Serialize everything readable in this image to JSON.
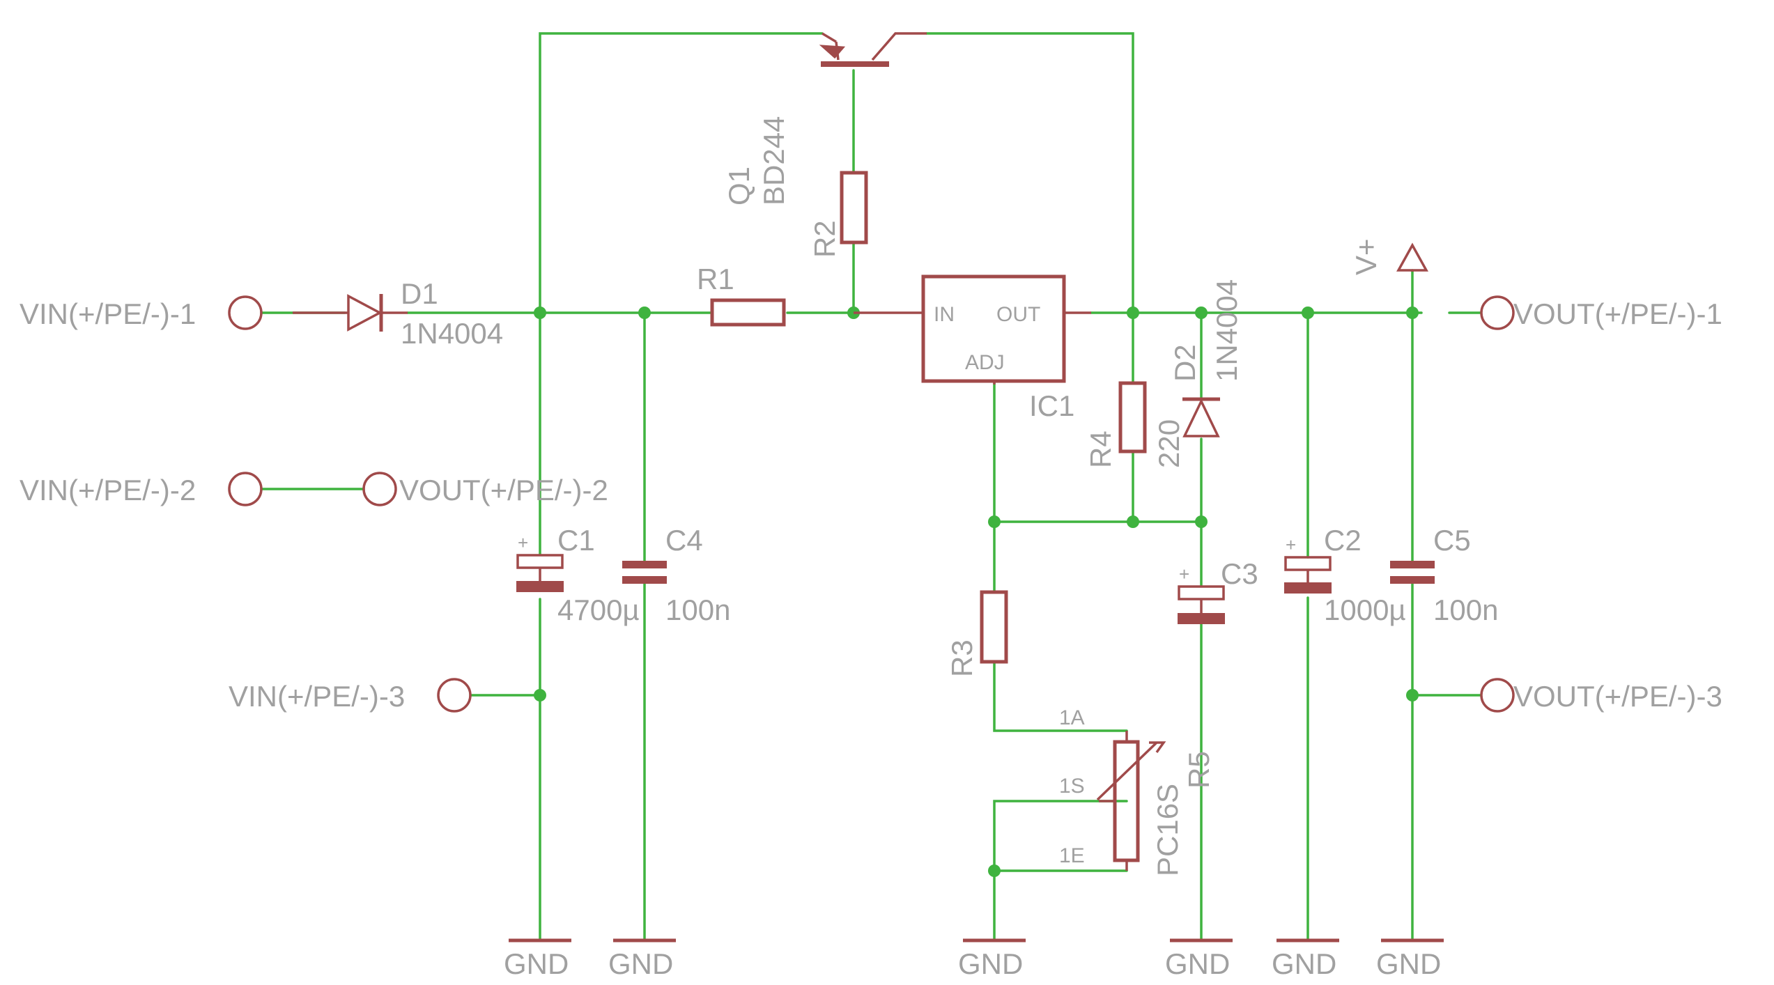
{
  "components": {
    "d1": {
      "name": "D1",
      "value": "1N4004"
    },
    "d2": {
      "name": "D2",
      "value": "1N4004"
    },
    "q1": {
      "name": "Q1",
      "value": "BD244"
    },
    "r1": {
      "name": "R1"
    },
    "r2": {
      "name": "R2"
    },
    "r3": {
      "name": "R3"
    },
    "r4": {
      "name": "R4",
      "value": "220"
    },
    "r5": {
      "name": "R5",
      "value": "PC16S"
    },
    "ic1": {
      "name": "IC1",
      "pin_in": "IN",
      "pin_out": "OUT",
      "pin_adj": "ADJ"
    },
    "c1": {
      "name": "C1",
      "value": "4700µ"
    },
    "c2": {
      "name": "C2",
      "value": "1000µ"
    },
    "c3": {
      "name": "C3"
    },
    "c4": {
      "name": "C4",
      "value": "100n"
    },
    "c5": {
      "name": "C5",
      "value": "100n"
    }
  },
  "pot_pins": {
    "a": "1A",
    "s": "1S",
    "e": "1E"
  },
  "polarity_mark": "+",
  "connectors": {
    "vin1": "VIN(+/PE/-)-1",
    "vin2": "VIN(+/PE/-)-2",
    "vin3": "VIN(+/PE/-)-3",
    "vout1": "VOUT(+/PE/-)-1",
    "vout2": "VOUT(+/PE/-)-2",
    "vout3": "VOUT(+/PE/-)-3"
  },
  "supply": "V+",
  "ground": "GND",
  "colors": {
    "wire": "#3fb33f",
    "symbol": "#a04a4a",
    "text": "#a0a0a0",
    "background": "#ffffff"
  }
}
